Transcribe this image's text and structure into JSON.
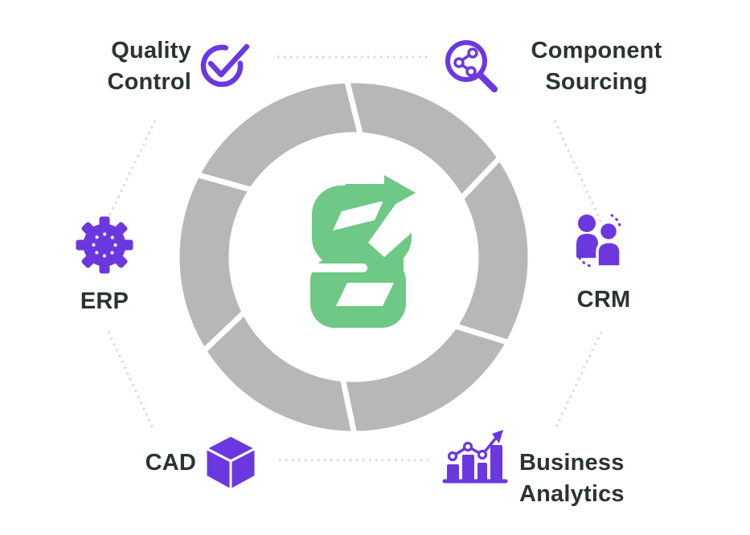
{
  "diagram": {
    "description": "Product development ecosystem diagram: six tools connected around a central segmented ring with green g-arrow logo",
    "colors": {
      "accent_purple": "#6b38e0",
      "logo_green": "#6ec886",
      "ring_gray": "#b7b7b7",
      "text_dark": "#2b3333",
      "dotted_line_gray": "#d9d9d9",
      "background": "#ffffff"
    },
    "center": {
      "logo": "g-arrow-logo",
      "ring_segments": 6
    },
    "nodes": [
      {
        "id": "quality-control",
        "label": "Quality Control",
        "icon": "check-circle-icon",
        "position": "top-left"
      },
      {
        "id": "component-sourcing",
        "label": "Component Sourcing",
        "icon": "magnifier-share-icon",
        "position": "top-right"
      },
      {
        "id": "erp",
        "label": "ERP",
        "icon": "gear-icon",
        "position": "left"
      },
      {
        "id": "crm",
        "label": "CRM",
        "icon": "people-icon",
        "position": "right"
      },
      {
        "id": "cad",
        "label": "CAD",
        "icon": "cube-icon",
        "position": "bottom-left"
      },
      {
        "id": "business-analytics",
        "label": "Business Analytics",
        "icon": "bar-chart-arrow-icon",
        "position": "bottom-right"
      }
    ]
  }
}
